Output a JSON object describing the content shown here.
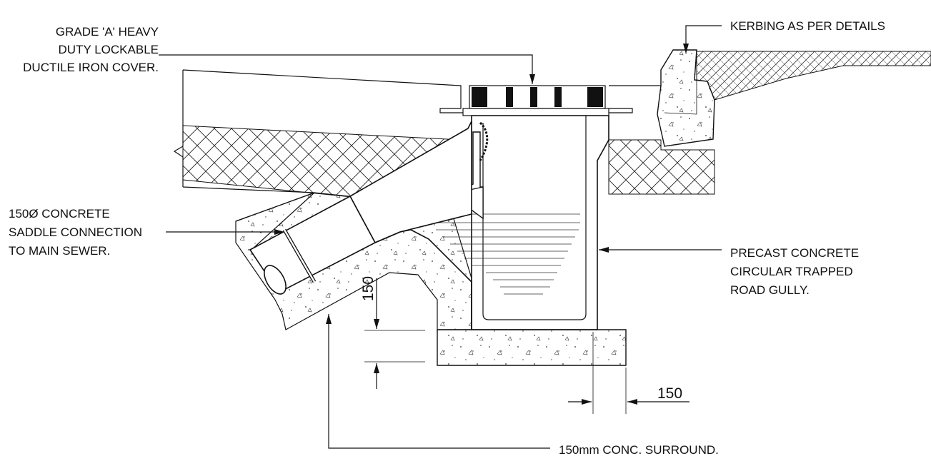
{
  "labels": {
    "cover_line1": "GRADE 'A' HEAVY",
    "cover_line2": "DUTY LOCKABLE",
    "cover_line3": "DUCTILE IRON COVER.",
    "kerbing": "KERBING AS PER DETAILS",
    "saddle_line1": "150Ø CONCRETE",
    "saddle_line2": "SADDLE CONNECTION",
    "saddle_line3": "TO MAIN SEWER.",
    "gully_line1": "PRECAST CONCRETE",
    "gully_line2": "CIRCULAR TRAPPED",
    "gully_line3": "ROAD GULLY.",
    "surround": "150mm CONC. SURROUND."
  },
  "dimensions": {
    "vertical_150": "150",
    "horizontal_150": "150"
  }
}
